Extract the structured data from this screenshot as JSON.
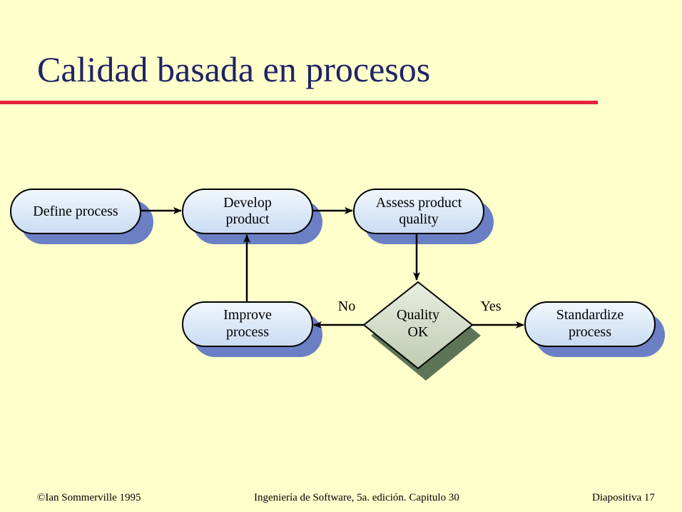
{
  "slide": {
    "title": "Calidad basada en procesos",
    "footer_left": "©Ian Sommerville 1995",
    "footer_center": "Ingeniería de Software, 5a. edición. Capitulo 30",
    "footer_right": "Diapositiva 17"
  },
  "diagram": {
    "nodes": {
      "define": {
        "lines": [
          "Define process"
        ]
      },
      "develop": {
        "lines": [
          "Develop",
          "product"
        ]
      },
      "assess": {
        "lines": [
          "Assess product",
          "quality"
        ]
      },
      "improve": {
        "lines": [
          "Improve",
          "process"
        ]
      },
      "standardize": {
        "lines": [
          "Standardize",
          "process"
        ]
      },
      "decision": {
        "lines": [
          "Quality",
          "OK"
        ]
      }
    },
    "edges": [
      {
        "from": "define",
        "to": "develop",
        "label": ""
      },
      {
        "from": "develop",
        "to": "assess",
        "label": ""
      },
      {
        "from": "assess",
        "to": "decision",
        "label": ""
      },
      {
        "from": "decision",
        "to": "improve",
        "label": "No"
      },
      {
        "from": "decision",
        "to": "standardize",
        "label": "Yes"
      },
      {
        "from": "improve",
        "to": "develop",
        "label": ""
      }
    ],
    "colors": {
      "node_fill": "#D6E6F7",
      "node_shadow": "#6A7FC4",
      "decision_fill": "#C8D4BC",
      "decision_shadow": "#5E7456",
      "edge": "#000000"
    }
  }
}
